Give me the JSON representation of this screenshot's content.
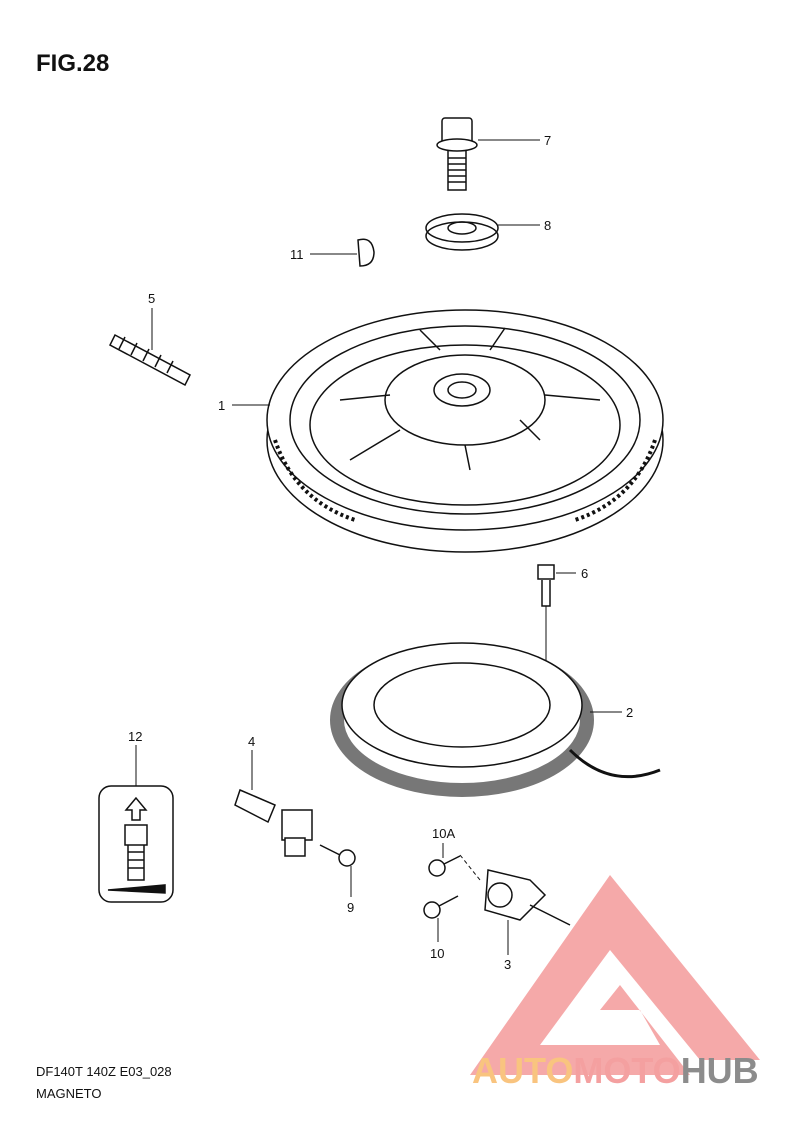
{
  "figure_title": "FIG.28",
  "callouts": [
    "1",
    "2",
    "3",
    "4",
    "5",
    "6",
    "7",
    "8",
    "9",
    "10",
    "10A",
    "11",
    "12"
  ],
  "footer": {
    "model_code": "DF140T 140Z E03_028",
    "section_name": "MAGNETO"
  },
  "watermark": {
    "part1": "AUTO",
    "part2": "MOTO",
    "part3": "HUB"
  },
  "colors": {
    "auto": "#f9c47f",
    "moto": "#f4a0a0",
    "hub": "#8c8c8c"
  }
}
